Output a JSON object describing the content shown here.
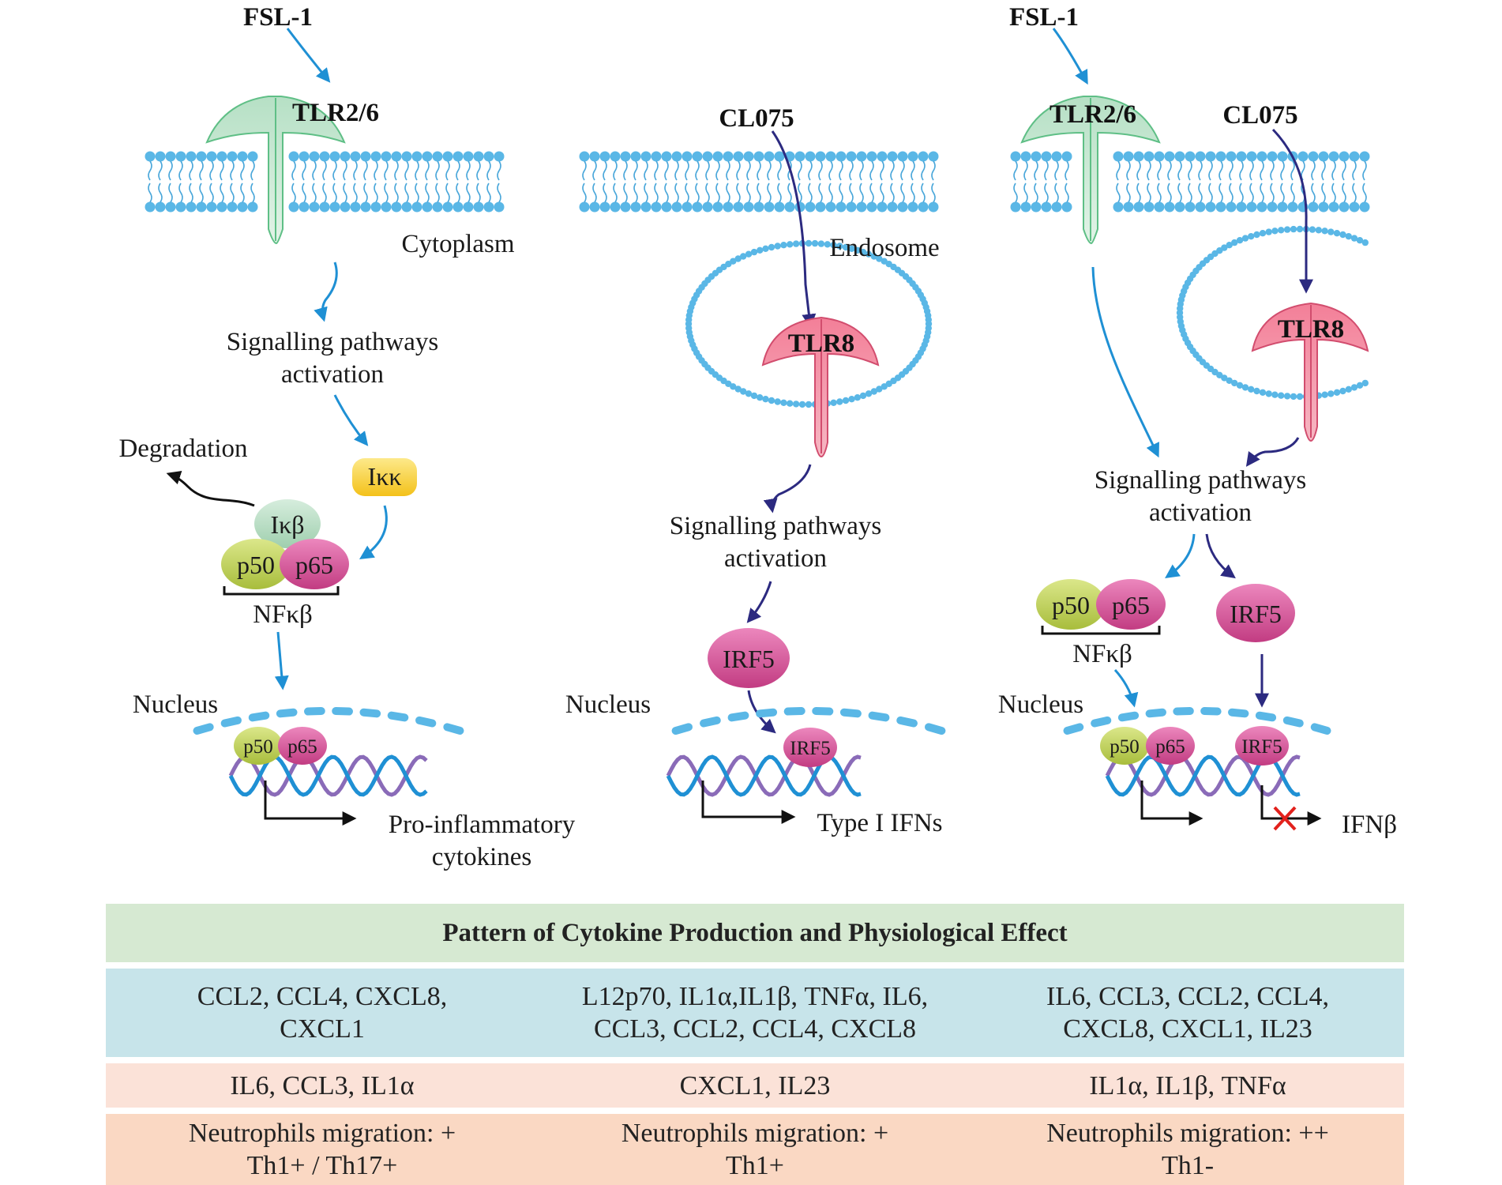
{
  "colors": {
    "membrane_bead": "#5ab7e6",
    "tlr26": "#cbe9d6",
    "tlr8": "#ee8da0",
    "arrow_light": "#1f90d4",
    "arrow_dark": "#2c2a80",
    "p50": "#c6d65a",
    "p65": "#d8559a",
    "irf5": "#d8559a",
    "ikb": "#b9dcc5",
    "ikk": "#f8d12f",
    "dna_blue": "#1f90d4",
    "dna_purple": "#8a6bb8",
    "block_x": "#e2211c",
    "table_header": "#d6e9d2",
    "table_row1": "#c7e4ea",
    "table_row2": "#fbe2d8",
    "table_row3": "#fad8c3"
  },
  "panel_left": {
    "ligand": "FSL-1",
    "receptor": "TLR2/6",
    "compartment": "Cytoplasm",
    "signal_line1": "Signalling pathways",
    "signal_line2": "activation",
    "degradation": "Degradation",
    "ikk": "Iκκ",
    "ikb": "Iκβ",
    "p50": "p50",
    "p65": "p65",
    "nfkb": "NFκβ",
    "nucleus": "Nucleus",
    "nuc_p50": "p50",
    "nuc_p65": "p65",
    "output_line1": "Pro-inflammatory",
    "output_line2": "cytokines"
  },
  "panel_middle": {
    "ligand": "CL075",
    "compartment": "Endosome",
    "receptor": "TLR8",
    "signal_line1": "Signalling pathways",
    "signal_line2": "activation",
    "irf5": "IRF5",
    "nucleus": "Nucleus",
    "nuc_irf5": "IRF5",
    "output": "Type I IFNs"
  },
  "panel_right": {
    "ligand_a": "FSL-1",
    "receptor_a": "TLR2/6",
    "ligand_b": "CL075",
    "receptor_b": "TLR8",
    "signal_line1": "Signalling pathways",
    "signal_line2": "activation",
    "p50": "p50",
    "p65": "p65",
    "nfkb": "NFκβ",
    "irf5": "IRF5",
    "nucleus": "Nucleus",
    "nuc_p50": "p50",
    "nuc_p65": "p65",
    "nuc_irf5": "IRF5",
    "output_blocked": "IFNβ"
  },
  "table": {
    "header": "Pattern of Cytokine Production and Physiological Effect",
    "row_cytokines_a": [
      "CCL2, CCL4, CXCL8,\nCXCL1",
      "L12p70, IL1α,IL1β, TNFα, IL6,\nCCL3, CCL2, CCL4, CXCL8",
      "IL6, CCL3, CCL2, CCL4,\nCXCL8, CXCL1, IL23"
    ],
    "row_cytokines_b": [
      "IL6, CCL3, IL1α",
      "CXCL1, IL23",
      "IL1α, IL1β, TNFα"
    ],
    "row_effects": [
      "Neutrophils migration: +\nTh1+ / Th17+",
      "Neutrophils migration: +\nTh1+",
      "Neutrophils migration: ++\nTh1-"
    ]
  }
}
